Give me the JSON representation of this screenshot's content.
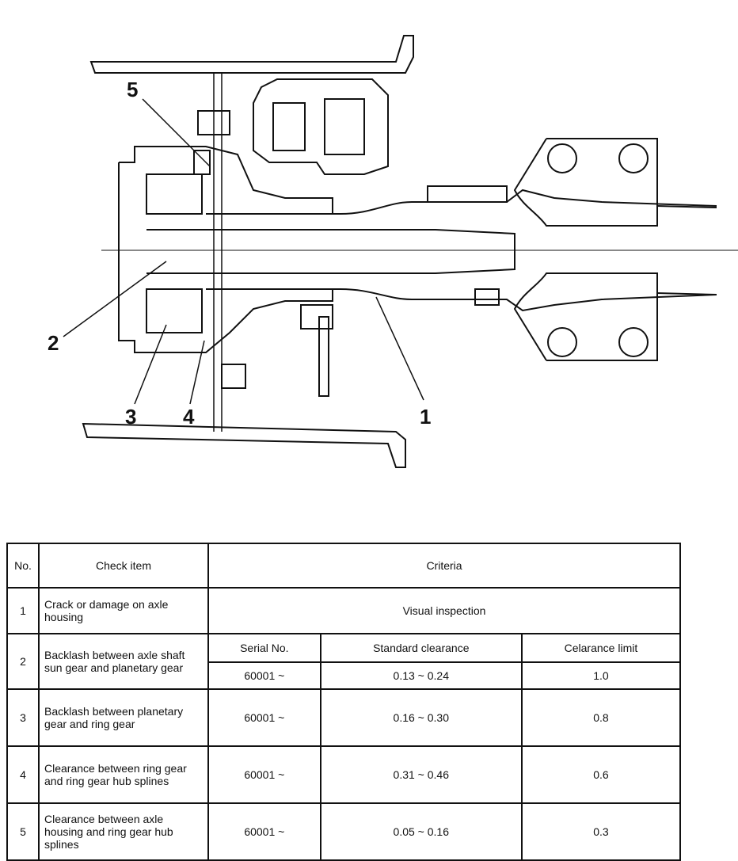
{
  "callouts": [
    "1",
    "2",
    "3",
    "4",
    "5"
  ],
  "table": {
    "headers": {
      "no": "No.",
      "check_item": "Check item",
      "criteria": "Criteria"
    },
    "sub_headers": {
      "serial": "Serial No.",
      "standard": "Standard clearance",
      "limit": "Celarance limit"
    },
    "rows": [
      {
        "no": "1",
        "item": "Crack or damage on axle housing",
        "criteria": "Visual inspection"
      },
      {
        "no": "2",
        "item": "Backlash between axle shaft sun gear and planetary gear",
        "serial": "60001 ~",
        "standard": "0.13 ~ 0.24",
        "limit": "1.0"
      },
      {
        "no": "3",
        "item": "Backlash between planetary gear and ring gear",
        "serial": "60001 ~",
        "standard": "0.16 ~ 0.30",
        "limit": "0.8"
      },
      {
        "no": "4",
        "item": "Clearance between ring gear and ring gear hub splines",
        "serial": "60001 ~",
        "standard": "0.31 ~ 0.46",
        "limit": "0.6"
      },
      {
        "no": "5",
        "item": "Clearance between axle housing and ring gear hub splines",
        "serial": "60001 ~",
        "standard": "0.05 ~ 0.16",
        "limit": "0.3"
      }
    ]
  }
}
